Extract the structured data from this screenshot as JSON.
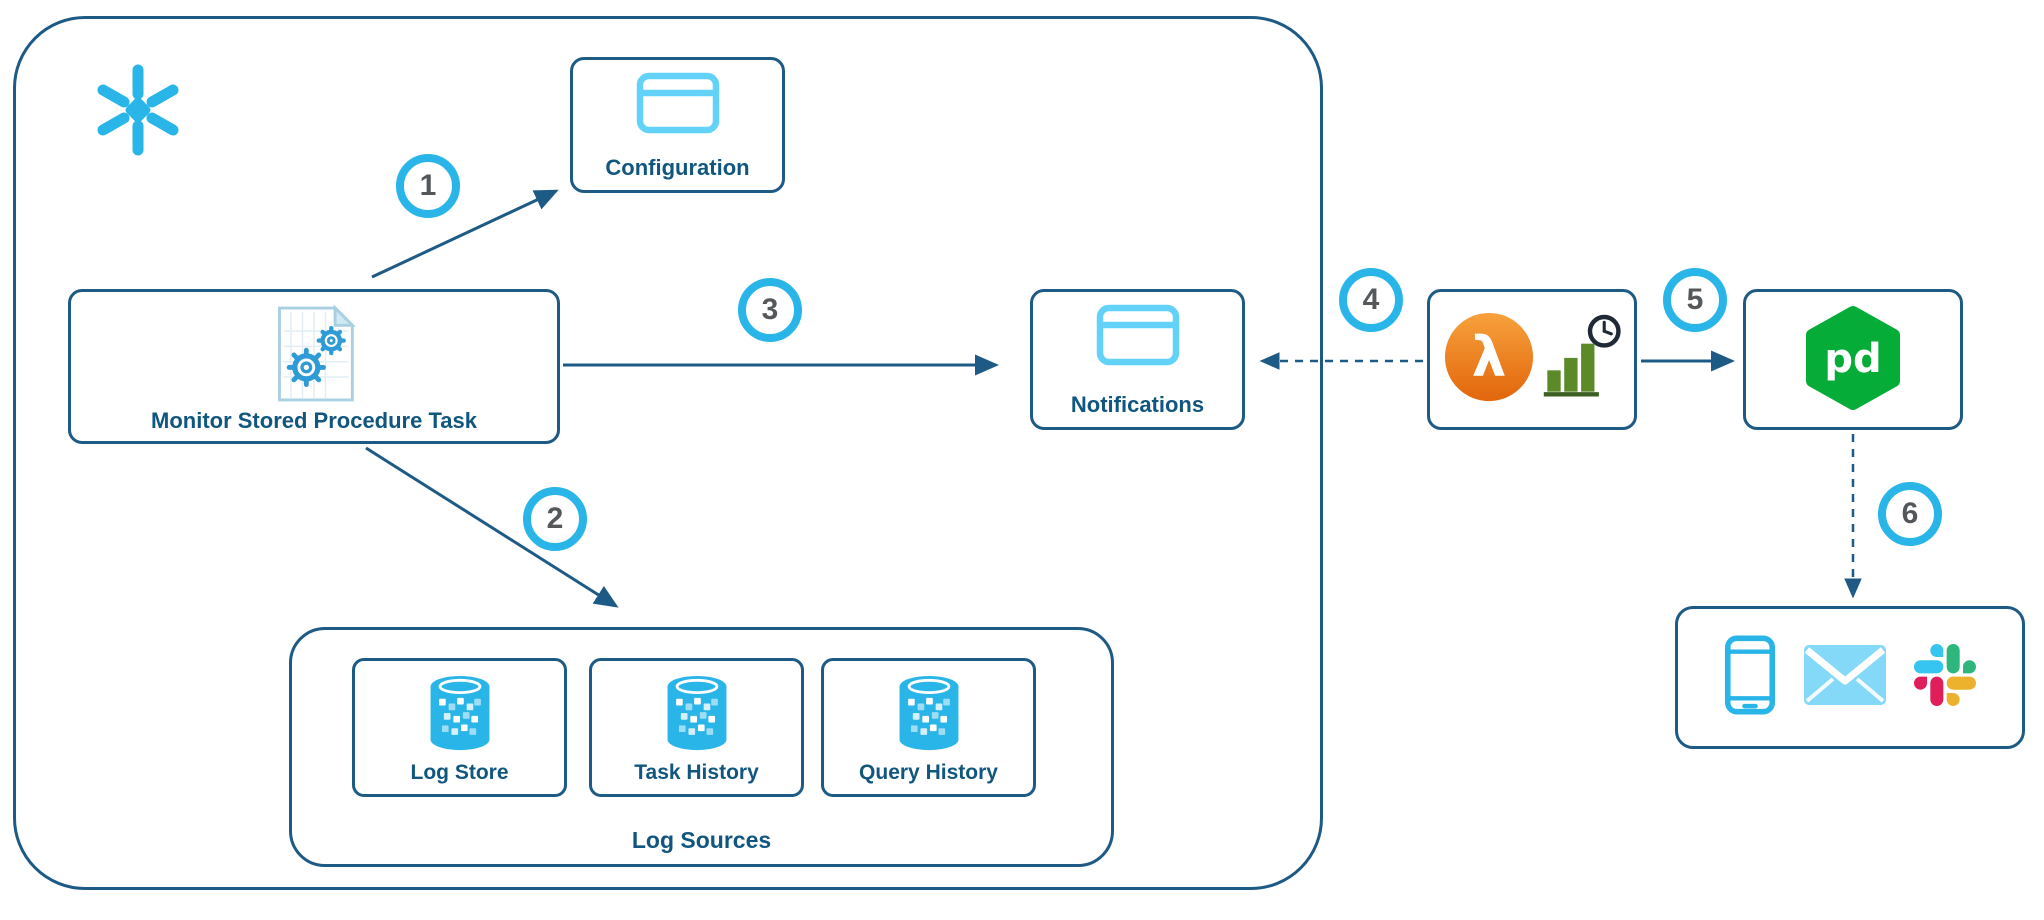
{
  "diagram": {
    "steps": [
      "1",
      "2",
      "3",
      "4",
      "5",
      "6"
    ],
    "nodes": {
      "configuration": {
        "label": "Configuration"
      },
      "monitor_task": {
        "label": "Monitor Stored Procedure Task"
      },
      "notifications": {
        "label": "Notifications"
      },
      "log_sources": {
        "label": "Log Sources",
        "items": [
          {
            "label": "Log Store"
          },
          {
            "label": "Task History"
          },
          {
            "label": "Query History"
          }
        ]
      },
      "lambda": {
        "label": "λ"
      },
      "pagerduty": {
        "label": "pd"
      }
    },
    "icons": {
      "boundary": "snowflake-logo",
      "configuration": "browser-window-icon",
      "notifications": "browser-window-icon",
      "monitor_task": "stored-procedure-gears-icon",
      "log_sources_items": [
        "database-icon",
        "database-icon",
        "database-icon"
      ],
      "lambda_box": [
        "aws-lambda-icon",
        "bar-chart-clock-icon"
      ],
      "pagerduty_box": "pagerduty-hexagon-icon",
      "endpoints_box": [
        "phone-icon",
        "email-icon",
        "slack-icon"
      ]
    },
    "colors": {
      "accent_blue": "#29B5E8",
      "light_icon_blue": "#63D2F9",
      "navy_text": "#11567F",
      "line_navy": "#1D5A85",
      "badge_number_gray": "#54585A",
      "lambda_orange": "#E8731A",
      "chart_green": "#5C8A28",
      "pagerduty_green": "#06AC38",
      "slack_blue": "#36C5F0",
      "slack_green": "#2EB67D",
      "slack_yellow": "#ECB22E",
      "slack_red": "#E01E5A"
    }
  }
}
